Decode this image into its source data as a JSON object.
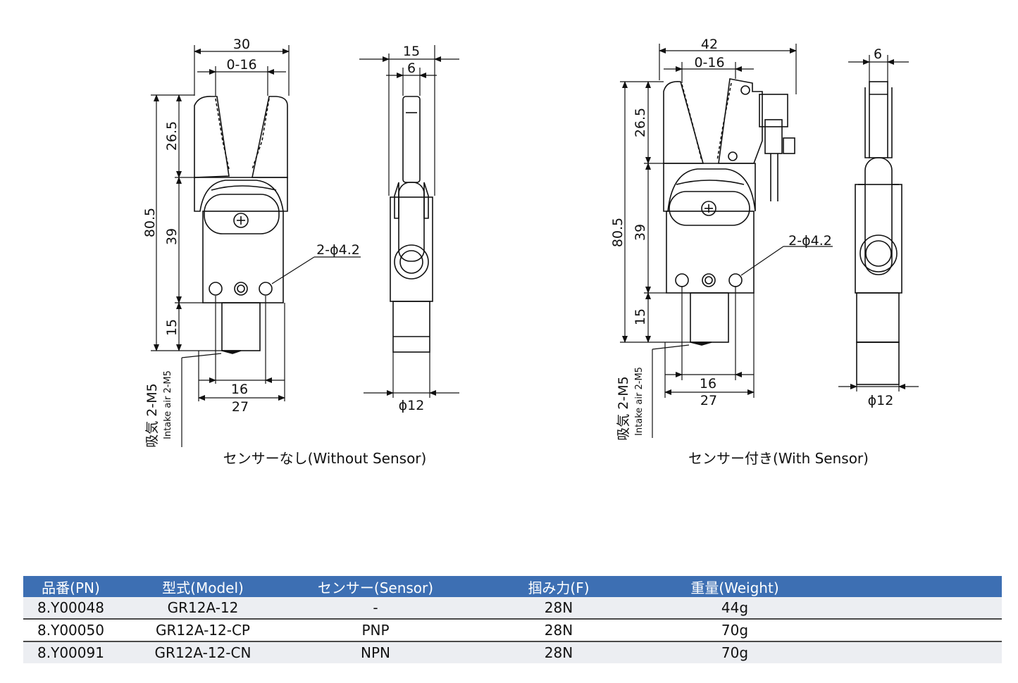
{
  "left_view": {
    "caption": "センサーなし(Without Sensor)",
    "dims": {
      "width_top": "30",
      "stroke": "0-16",
      "height_total": "80.5",
      "jaw": "26.5",
      "body": "39",
      "base": "15",
      "holes": "2-ϕ4.2",
      "pitch": "16",
      "width_bottom": "27",
      "side_width": "15",
      "side_inner": "6",
      "diameter": "ϕ12"
    },
    "air_jp": "吸気 2-M5",
    "air_en": "Intake air 2-M5"
  },
  "right_view": {
    "caption": "センサー付き(With Sensor)",
    "dims": {
      "width_top": "42",
      "stroke": "0-16",
      "height_total": "80.5",
      "jaw": "26.5",
      "body": "39",
      "base": "15",
      "holes": "2-ϕ4.2",
      "pitch": "16",
      "width_bottom": "27",
      "side_inner": "6",
      "diameter": "ϕ12"
    },
    "air_jp": "吸気 2-M5",
    "air_en": "Intake air 2-M5"
  },
  "table": {
    "headers": [
      "品番(PN)",
      "型式(Model)",
      "センサー(Sensor)",
      "掴み力(F)",
      "重量(Weight)"
    ],
    "rows": [
      [
        "8.Y00048",
        "GR12A-12",
        "-",
        "28N",
        "44g"
      ],
      [
        "8.Y00050",
        "GR12A-12-CP",
        "PNP",
        "28N",
        "70g"
      ],
      [
        "8.Y00091",
        "GR12A-12-CN",
        "NPN",
        "28N",
        "70g"
      ]
    ]
  }
}
